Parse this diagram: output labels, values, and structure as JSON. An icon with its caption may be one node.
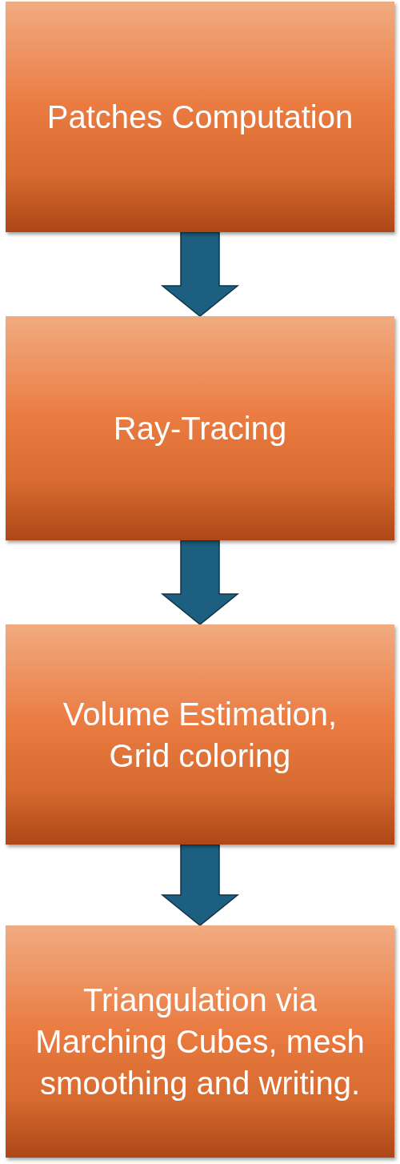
{
  "diagram": {
    "nodes": [
      {
        "text": [
          "Patches Computation"
        ]
      },
      {
        "text": [
          "Ray-Tracing"
        ]
      },
      {
        "text": [
          "Volume Estimation, Grid coloring"
        ]
      },
      {
        "text": [
          "Triangulation via Marching Cubes, mesh smoothing and writing."
        ]
      }
    ],
    "edges": [
      {
        "from": 0,
        "to": 1,
        "arrow": "to"
      },
      {
        "from": 1,
        "to": 2,
        "arrow": "to"
      },
      {
        "from": 2,
        "to": 3,
        "arrow": "to"
      }
    ]
  }
}
